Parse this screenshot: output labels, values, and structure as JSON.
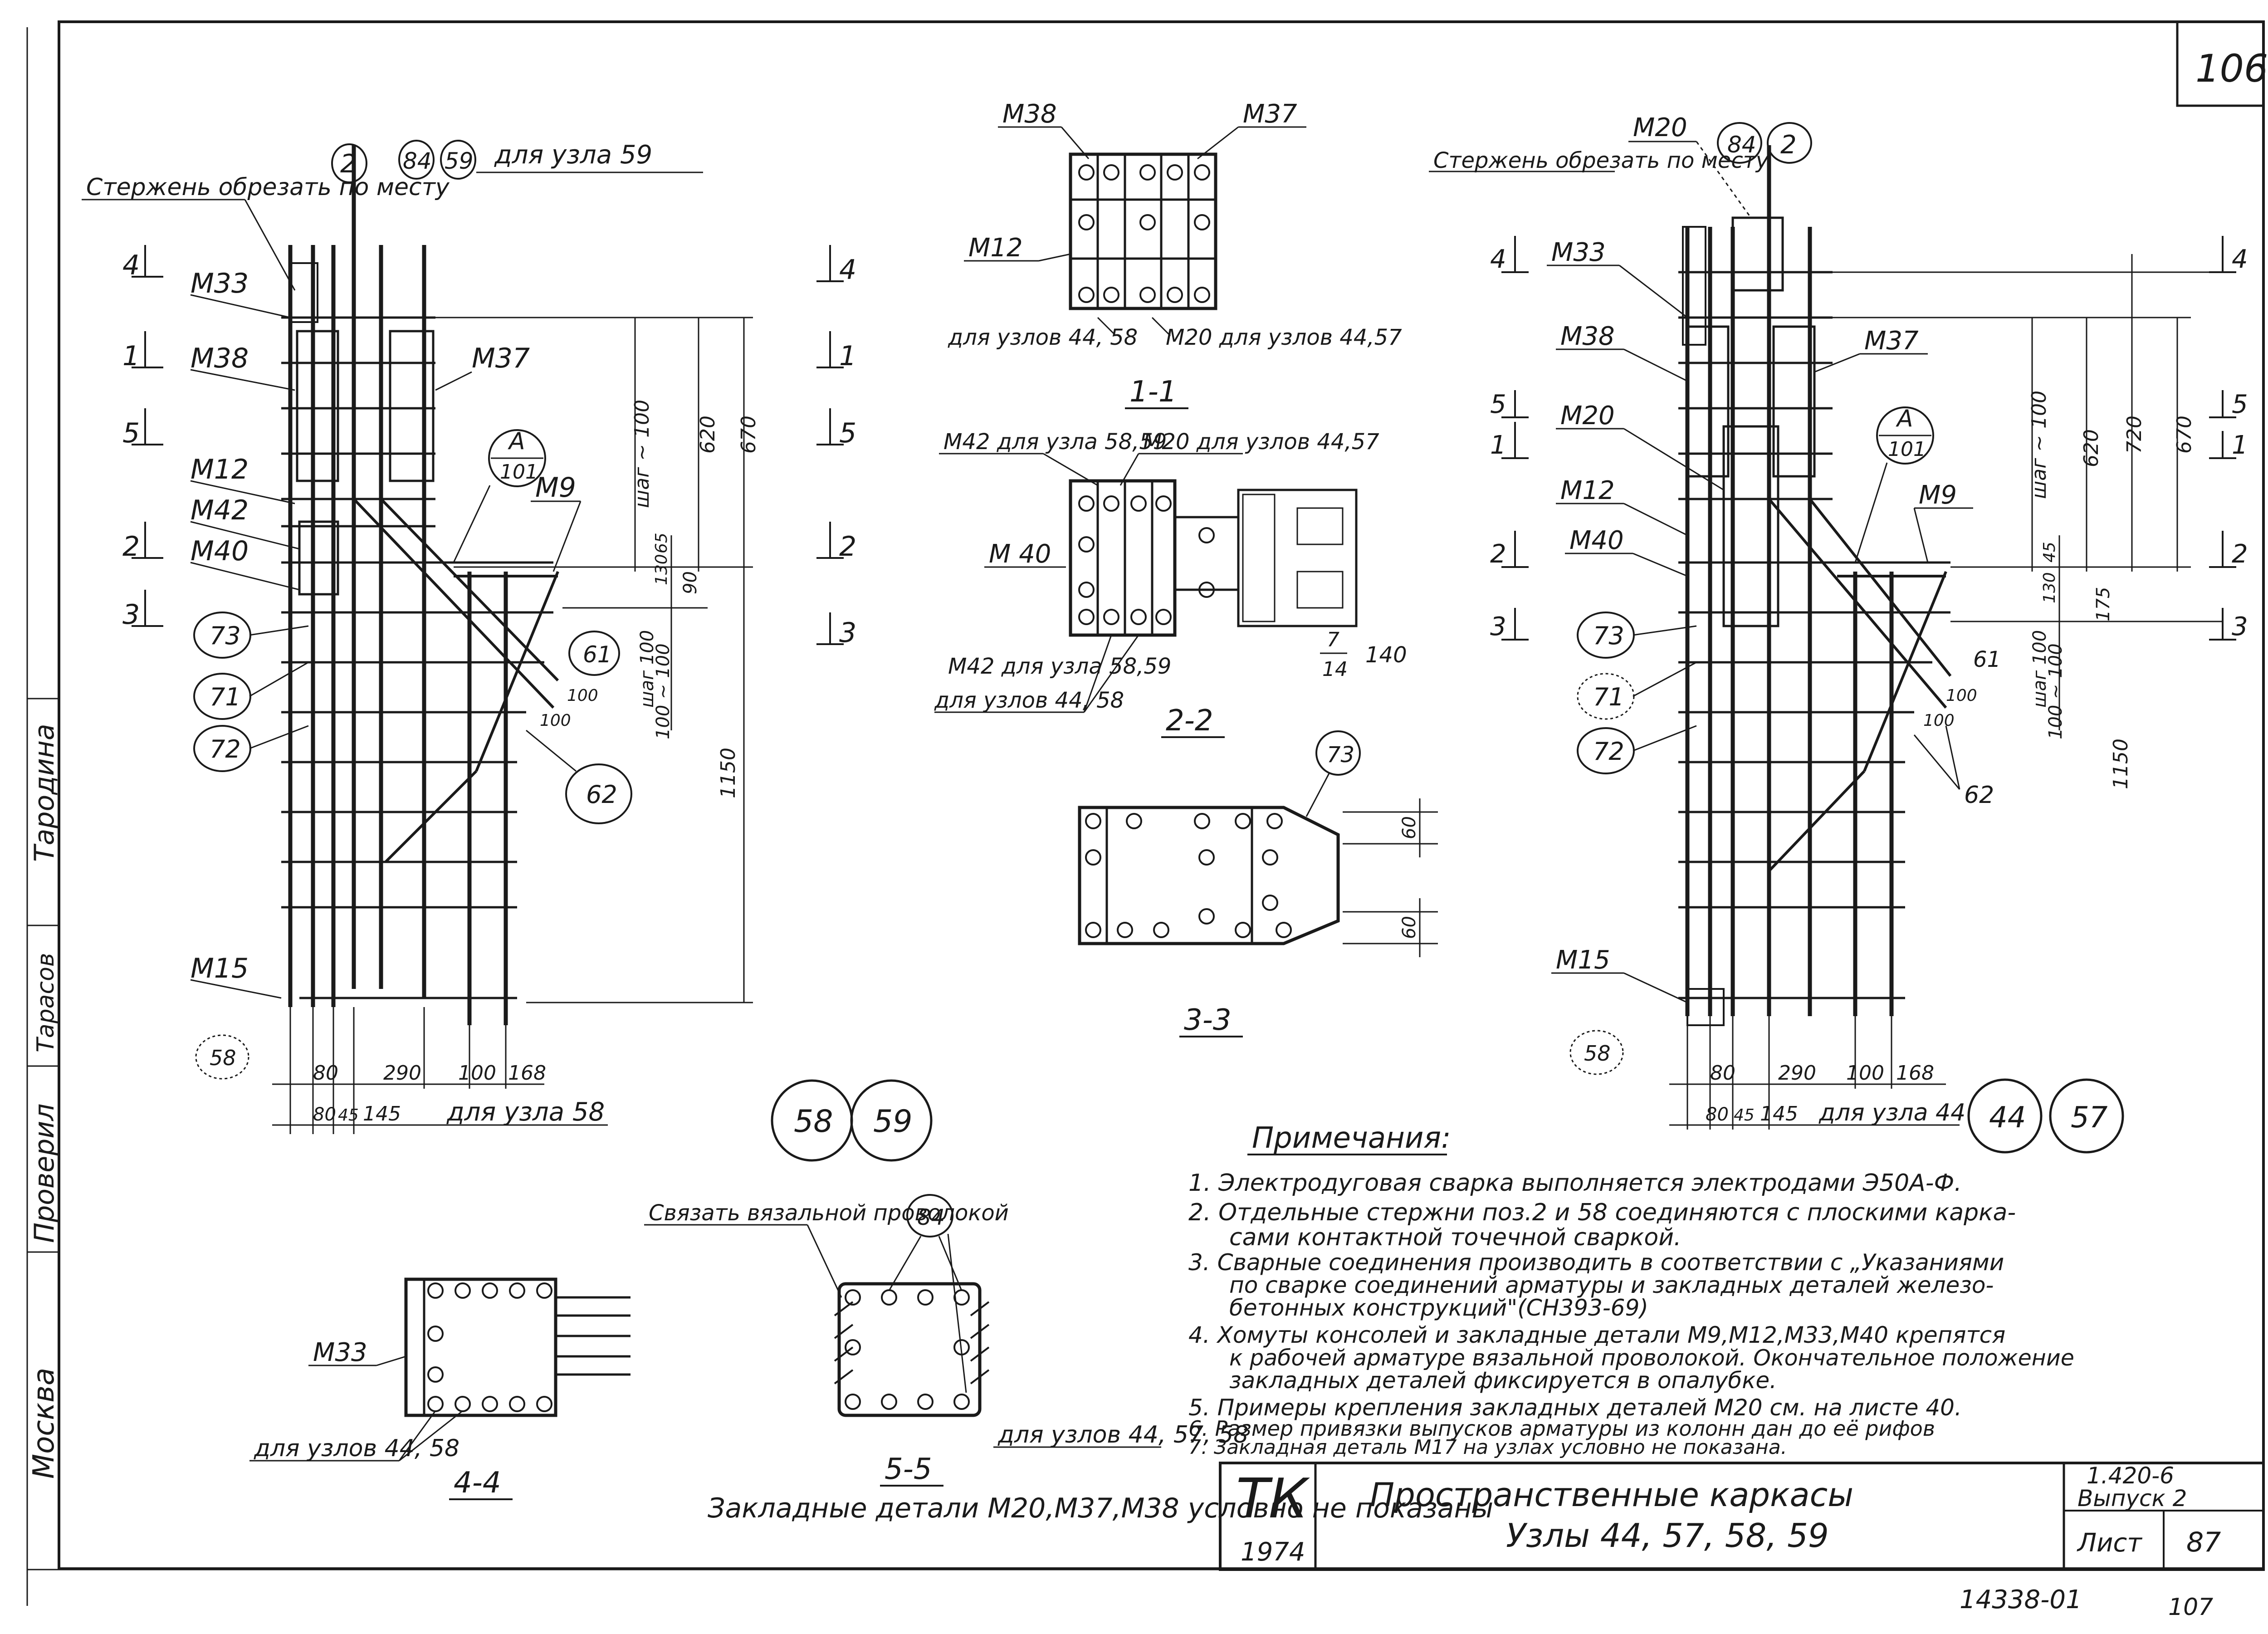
{
  "sheet_number_top": "106",
  "sheet_number_bottom": "107",
  "archive_number": "14338-01",
  "side_stamp": {
    "city": "Москва",
    "checked": "Проверил",
    "checker": "Тарасов",
    "author": "Тародина"
  },
  "left_view": {
    "callouts": [
      "2",
      "84",
      "59"
    ],
    "callout_note": "для узла 59",
    "cut_note": "Стержень обрезать по месту",
    "marks": [
      "М33",
      "М38",
      "М37",
      "М12",
      "М42",
      "М40",
      "М9",
      "М15"
    ],
    "detail_ref": [
      "А",
      "101"
    ],
    "positions": [
      "73",
      "71",
      "72",
      "61",
      "62",
      "58"
    ],
    "dims_vertical": [
      "620",
      "670",
      "шаг ~ 100",
      "130",
      "65",
      "90",
      "шаг 100",
      "100 ~ 100",
      "1150"
    ],
    "dims_bottom_row1": [
      "80",
      "290",
      "100",
      "168"
    ],
    "dims_bottom_row2": [
      "80",
      "45",
      "145"
    ],
    "bottom_note": "для узла 58",
    "diag_dims": [
      "100",
      "100"
    ]
  },
  "right_view": {
    "callouts": [
      "84",
      "2"
    ],
    "top_mark": "М20",
    "cut_note": "Стержень обрезать по месту",
    "marks": [
      "М33",
      "М38",
      "М37",
      "М20",
      "М12",
      "М40",
      "М9",
      "М15"
    ],
    "detail_ref": [
      "А",
      "101"
    ],
    "positions": [
      "73",
      "71",
      "72",
      "61",
      "62",
      "58"
    ],
    "dims_vertical": [
      "шаг ~ 100",
      "620",
      "720",
      "670",
      "45",
      "130",
      "175",
      "шаг 100",
      "100 ~ 100",
      "1150"
    ],
    "dims_bottom_row1": [
      "80",
      "290",
      "100",
      "168"
    ],
    "dims_bottom_row2": [
      "80",
      "45",
      "145"
    ],
    "bottom_note": "для узла 44",
    "diag_dims": [
      "100",
      "100"
    ]
  },
  "section_labels": [
    "1",
    "2",
    "3",
    "4",
    "5"
  ],
  "section_1_1": {
    "title": "1-1",
    "marks": [
      "М38",
      "М37",
      "М12"
    ],
    "note_left": "для узлов 44, 58",
    "note_right": "М20 для узлов 44,57"
  },
  "section_2_2": {
    "title": "2-2",
    "note_m42_top": "М42 для узла 58,59",
    "note_m20_top": "М20 для узлов 44,57",
    "mark_m40": "М 40",
    "note_m42_bottom": "М42 для узла 58,59",
    "note_nodes": "для узлов 44, 58",
    "weld_fraction_top": "7",
    "weld_fraction_bottom": "14",
    "weld_length": "140"
  },
  "section_3_3": {
    "title": "3-3",
    "position": "73",
    "dims": [
      "60",
      "60"
    ]
  },
  "section_4_4": {
    "title": "4-4",
    "mark": "М33",
    "note": "для узлов 44, 58"
  },
  "section_5_5": {
    "title": "5-5",
    "tie_note": "Связать вязальной проволокой",
    "position": "84",
    "note": "для узлов 44, 57, 58"
  },
  "node_badges": [
    "58",
    "59",
    "44",
    "57"
  ],
  "hidden_note": "Закладные детали М20,М37,М38 условно не показаны",
  "notes": {
    "heading": "Примечания:",
    "items": [
      "1. Электродуговая сварка выполняется электродами Э50А-Ф.",
      "2. Отдельные стержни поз.2 и 58 соединяются с плоскими карка-",
      "сами контактной точечной сваркой.",
      "3. Сварные соединения производить в соответствии с „Указаниями",
      "по сварке соединений арматуры и закладных деталей железо-",
      "бетонных конструкций\"(СН393-69)",
      "4. Хомуты консолей и закладные детали М9,М12,М33,М40 крепятся",
      "к рабочей арматуре вязальной проволокой. Окончательное положение",
      "закладных деталей фиксируется в опалубке.",
      "5. Примеры крепления закладных деталей М20 см. на листе 40.",
      "6. Размер привязки выпусков арматуры из колонн дан до её рифов",
      "7. Закладная деталь М17 на узлах условно не показана."
    ]
  },
  "title_block": {
    "logo": "ТК",
    "year": "1974",
    "title_line1": "Пространственные каркасы",
    "title_line2": "Узлы 44, 57, 58, 59",
    "series": "1.420-6",
    "issue": "Выпуск 2",
    "sheet_label": "Лист",
    "sheet_no": "87"
  }
}
